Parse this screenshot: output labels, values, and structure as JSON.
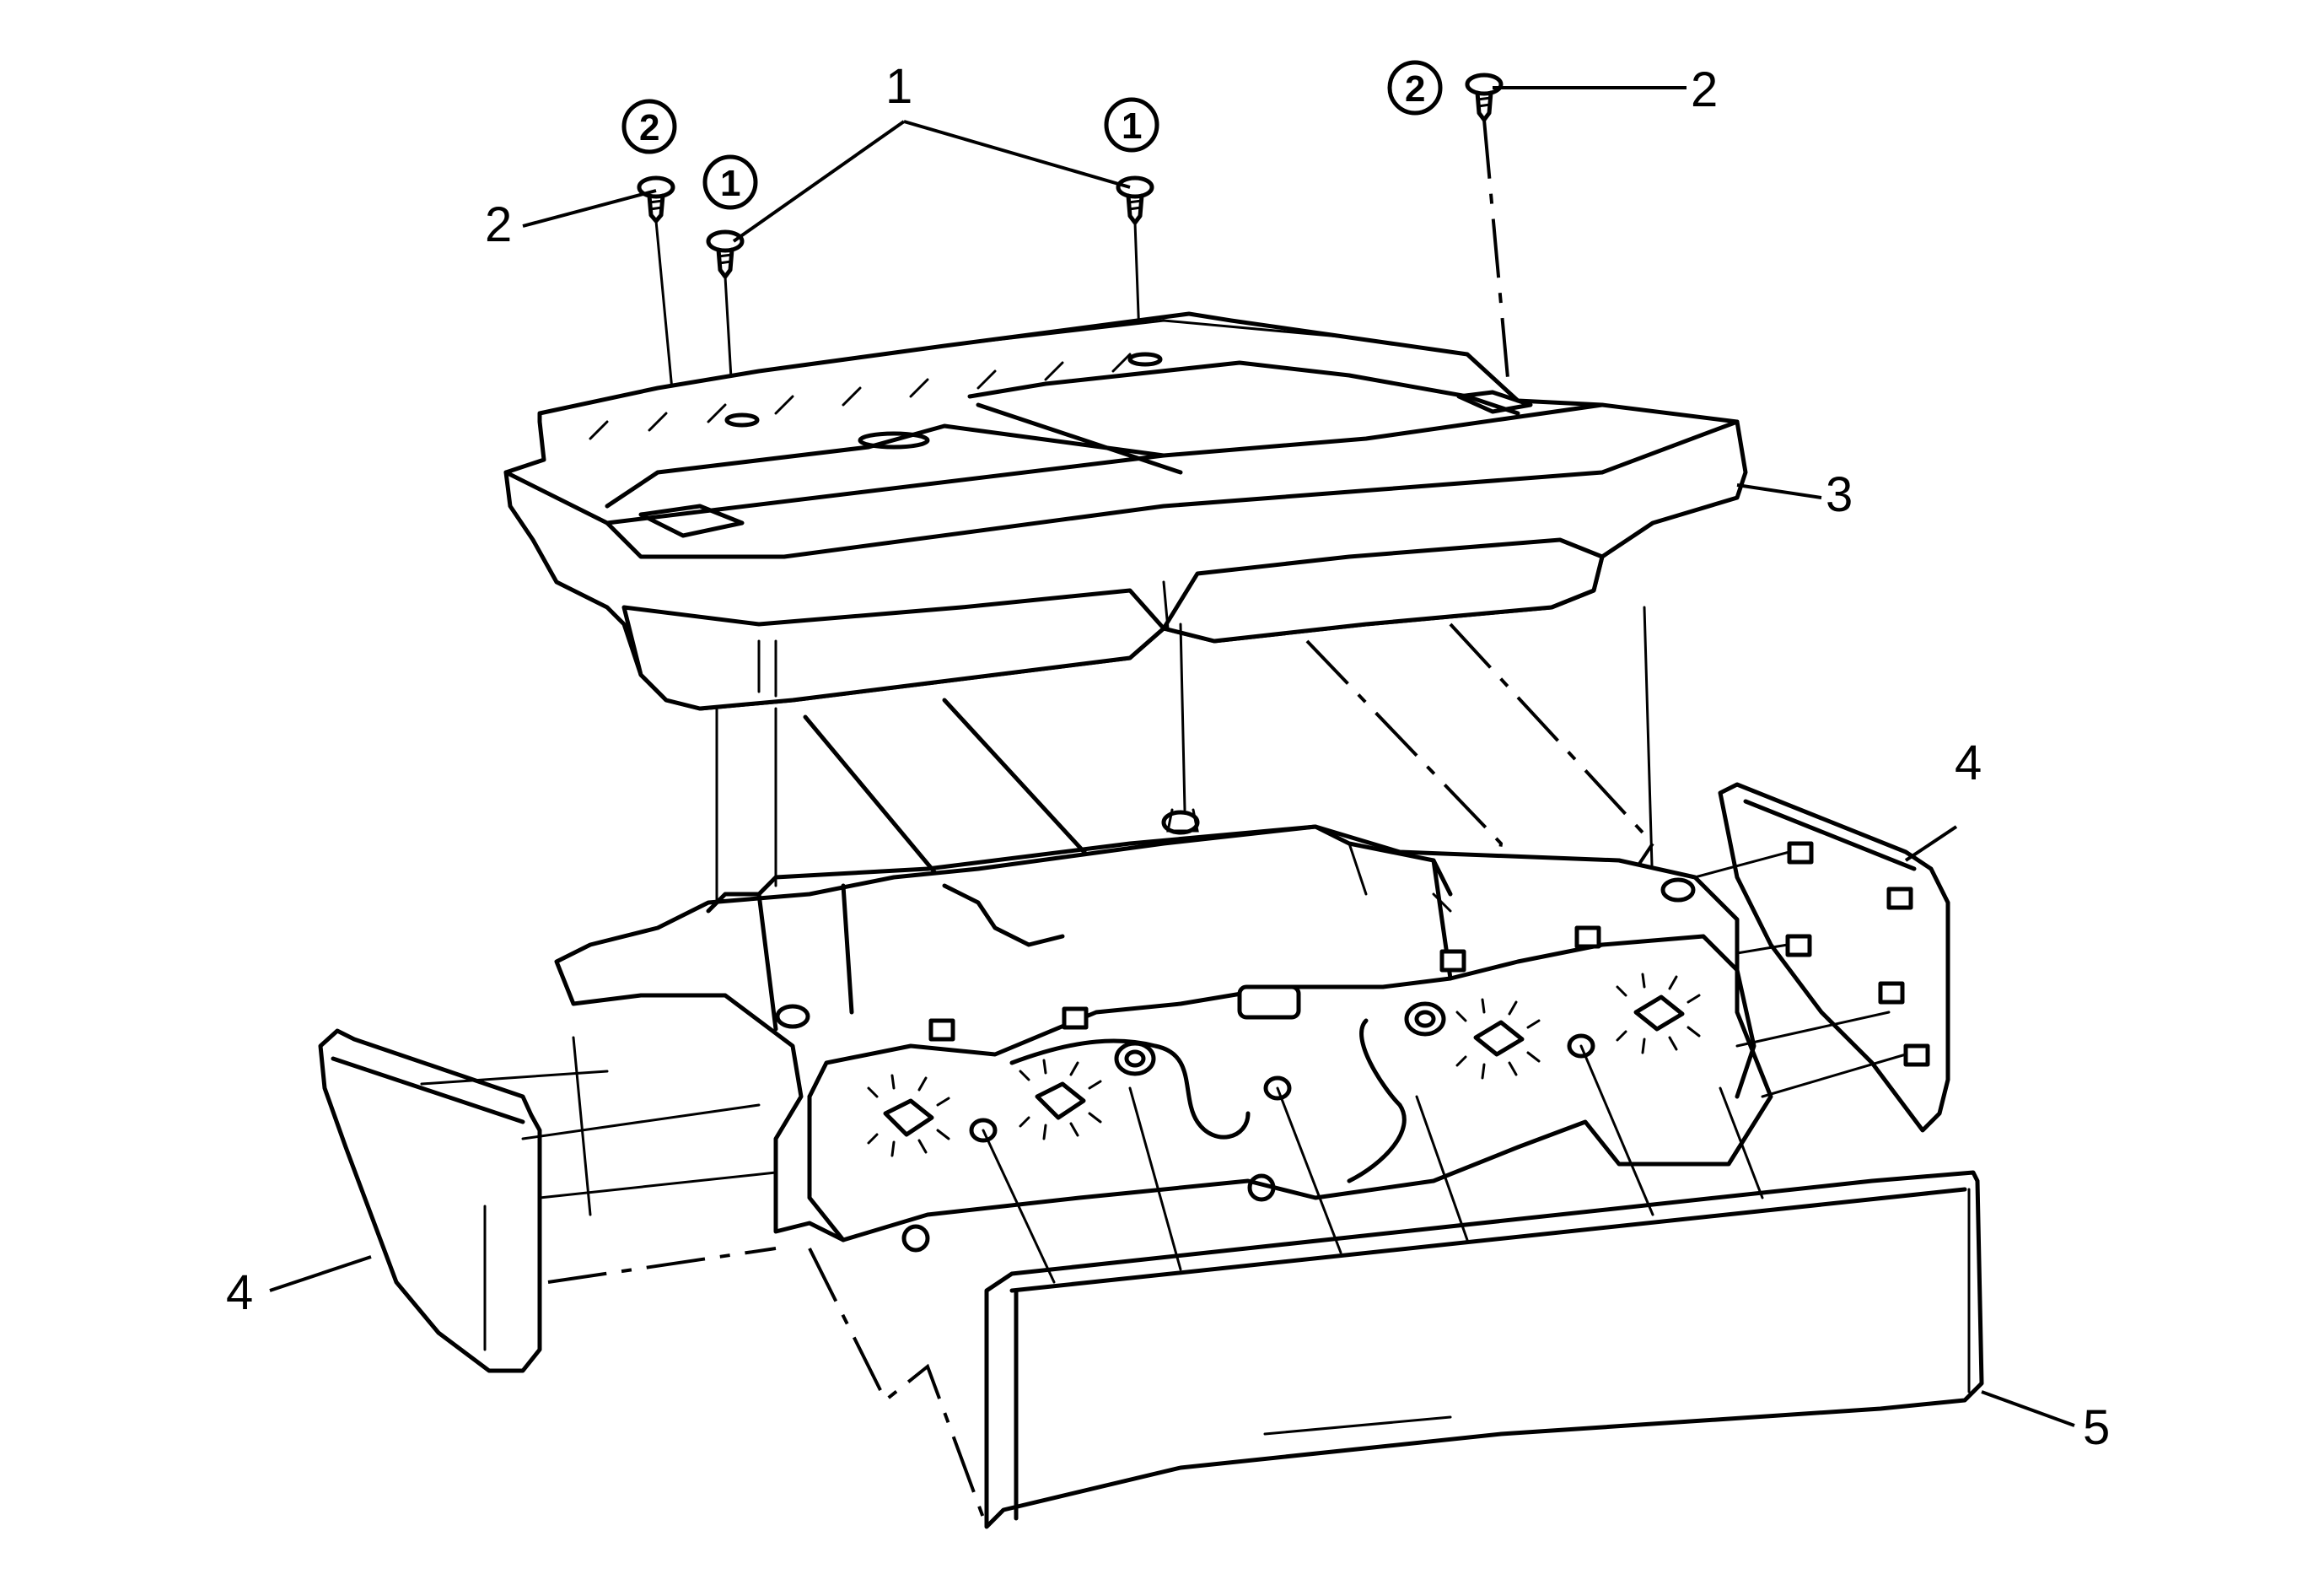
{
  "callouts": [
    {
      "id": "c1",
      "label": "1"
    },
    {
      "id": "c2a",
      "label": "2"
    },
    {
      "id": "c2b",
      "label": "2"
    },
    {
      "id": "c3",
      "label": "3"
    },
    {
      "id": "c4a",
      "label": "4"
    },
    {
      "id": "c4b",
      "label": "4"
    },
    {
      "id": "c5",
      "label": "5"
    }
  ],
  "circled_callouts": [
    {
      "id": "k2a",
      "label": "2"
    },
    {
      "id": "k1a",
      "label": "1"
    },
    {
      "id": "k1b",
      "label": "1"
    },
    {
      "id": "k2b",
      "label": "2"
    }
  ]
}
